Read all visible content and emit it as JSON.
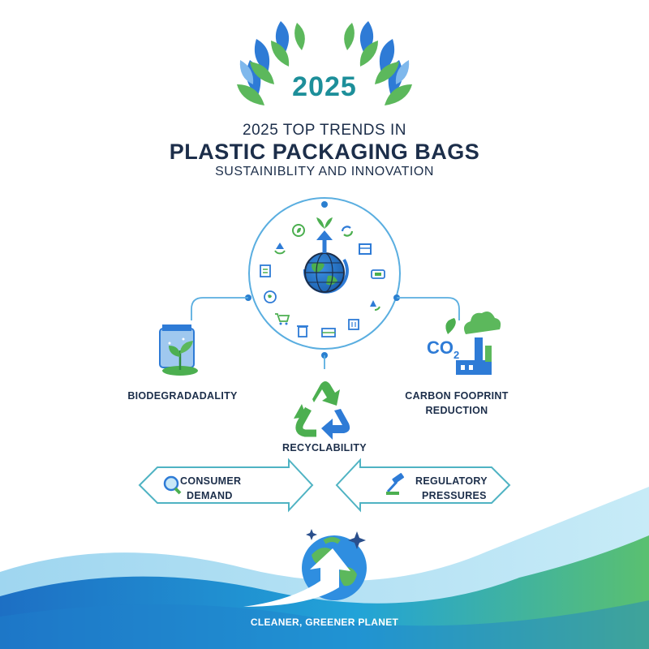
{
  "badge": {
    "year": "2025"
  },
  "title": {
    "line1": "2025 TOP TRENDS IN",
    "line2": "PLASTIC PACKAGING BAGS",
    "line3": "SUSTAINIBLITY AND INNOVATION"
  },
  "trends": {
    "biodegradability": "BIODEGRADADALITY",
    "carbon": [
      "CARBON FOOPRINT",
      "REDUCTION"
    ],
    "recyclability": "RECYCLABILITY"
  },
  "drivers": {
    "consumer": [
      "CONSUMER",
      "DEMAND"
    ],
    "regulatory": [
      "REGULATORY",
      "PRESSURES"
    ]
  },
  "co2_label": {
    "main": "CO",
    "sub": "2"
  },
  "footer": "CLEANER, GREENER PLANET",
  "colors": {
    "navy": "#1c2e4a",
    "teal": "#1d8f9a",
    "blue": "#2a7fd0",
    "green": "#4caf50",
    "line": "#5aaee0"
  },
  "icons": [
    "laurel-wreath-icon",
    "globe-icon",
    "recycle-icon",
    "seedling-bag-icon",
    "co2-factory-icon",
    "magnifier-icon",
    "gavel-icon",
    "earth-arrow-icon"
  ]
}
